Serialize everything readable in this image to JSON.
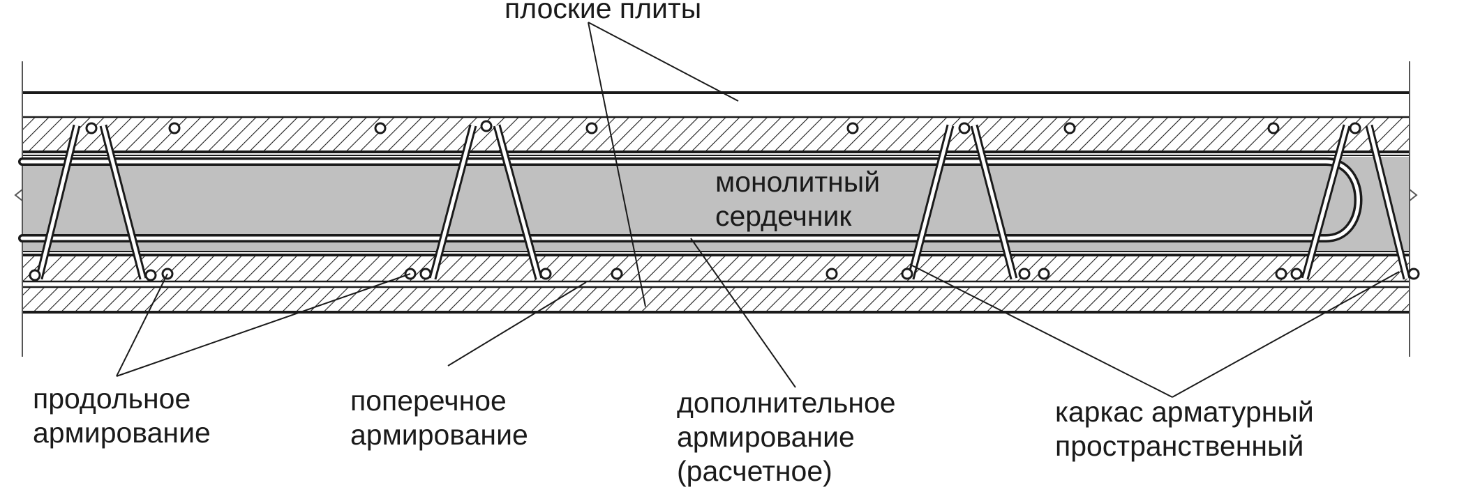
{
  "labels": {
    "flat_slabs": "плоские плиты",
    "core": [
      "монолитный",
      "сердечник"
    ],
    "longitudinal": [
      "продольное",
      "армирование"
    ],
    "transverse": [
      "поперечное",
      "армирование"
    ],
    "additional": [
      "дополнительное",
      "армирование",
      "(расчетное)"
    ],
    "frame": [
      "каркас арматурный",
      "пространственный"
    ]
  },
  "colors": {
    "core_fill": "#c0c0c0",
    "line": "#1a1a1a",
    "hatch": "#1a1a1a",
    "background": "#ffffff"
  }
}
